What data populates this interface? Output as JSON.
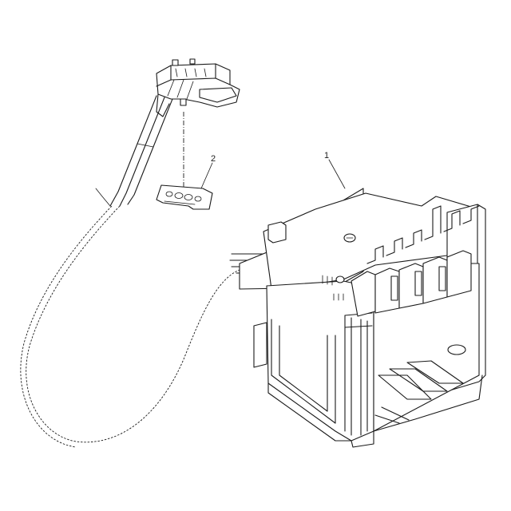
{
  "callouts": [
    {
      "number": "1",
      "part": "unit-frame"
    },
    {
      "number": "2",
      "part": "connector-plate"
    }
  ]
}
